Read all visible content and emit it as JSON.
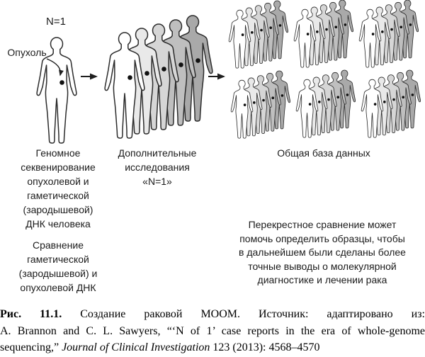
{
  "figure": {
    "n1_label": "N=1",
    "tumor_label": "Опухоль",
    "step1_caption_a": "Геномное\nсеквенирование\nопухолевой и\nгаметической\n(зародышевой)\nДНК человека",
    "step1_caption_b": "Сравнение\nгаметической\n(зародышевой) и\nопухолевой ДНК",
    "step2_caption": "Дополнительные\nисследования\n«N=1»",
    "step3_caption": "Общая база данных",
    "note": "Перекрестное сравнение может\nпомочь определить образцы, чтобы\nв дальнейшем были сделаны более\nточные выводы о молекулярной\nдиагностике и лечении рака",
    "cohort_shades": [
      "#ffffff",
      "#e9e9e9",
      "#d6d6d6",
      "#bfbfbf",
      "#a9a9a9"
    ],
    "outline_color": "#2b2b2b",
    "tumor_dot_color": "#111111",
    "cohort_figure_count": 5,
    "database_cohort_count": 6
  },
  "caption": {
    "fig_label": "Рис. 11.1.",
    "line1_rest": " Создание раковой МООМ. Источник: адаптировано из:",
    "line2": "A. Brannon and C. L. Sawyers, “‘N of 1’ case reports in the era of whole-genome",
    "line3_pre": "sequencing,” ",
    "journal": "Journal of Clinical Investigation",
    "line3_post": " 123 (2013): 4568–4570"
  }
}
